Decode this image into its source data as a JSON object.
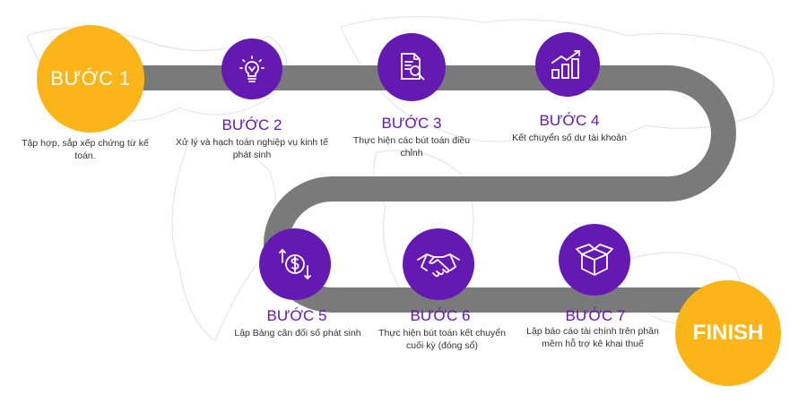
{
  "start": {
    "label": "BƯỚC 1",
    "desc": "Tập hợp, sắp xếp chứng từ kế toán."
  },
  "steps": [
    {
      "title": "BƯỚC 2",
      "desc": "Xử lý và hạch toán nghiệp vụ kinh tế phát sinh",
      "icon": "lightbulb-icon"
    },
    {
      "title": "BƯỚC 3",
      "desc": "Thực hiện các bút toán điều chỉnh",
      "icon": "document-search-icon"
    },
    {
      "title": "BƯỚC 4",
      "desc": "Kết chuyển số dư tài khoản",
      "icon": "bar-chart-growth-icon"
    },
    {
      "title": "BƯỚC 5",
      "desc": "Lập Bảng cân đối số phát sinh",
      "icon": "dollar-cycle-icon"
    },
    {
      "title": "BƯỚC 6",
      "desc": "Thực hiện bút toán kết chuyển cuối kỳ (đóng sổ)",
      "icon": "handshake-icon"
    },
    {
      "title": "BƯỚC 7",
      "desc": "Lập báo cáo tài chính trên phần mềm hỗ trợ kê khai thuế",
      "icon": "open-box-icon"
    }
  ],
  "finish": {
    "label": "FINISH"
  },
  "colors": {
    "accent": "#6419b3",
    "highlight": "#fbb519",
    "road": "#7a7a7a"
  }
}
